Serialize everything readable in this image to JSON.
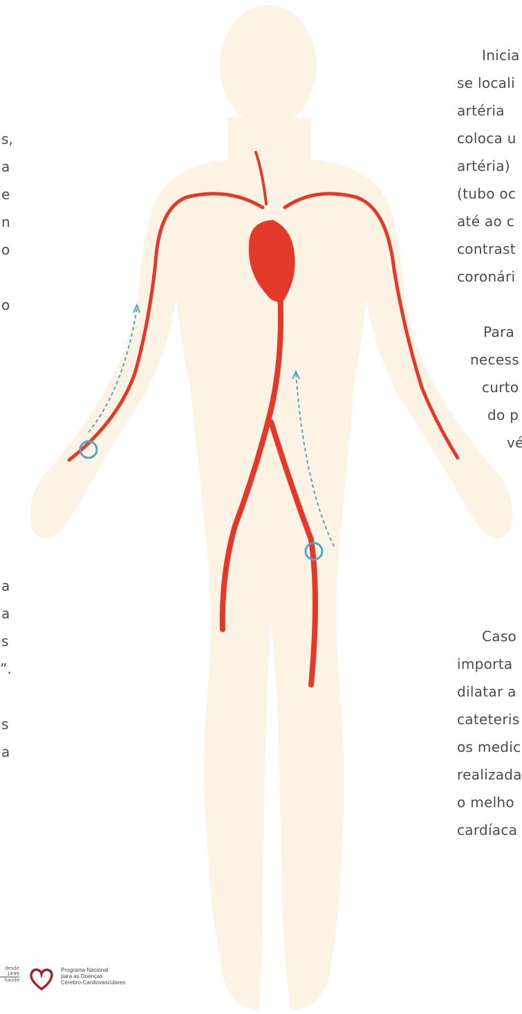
{
  "page": {
    "background": "#ffffff"
  },
  "colors": {
    "body_silhouette": "#fdf3e5",
    "artery": "#e3392a",
    "access_marker": "#4aa8bf"
  },
  "right_text": {
    "block1": [
      "Inicia",
      "se locali",
      "artéria",
      "coloca u",
      "artéria)",
      "(tubo oc",
      "até ao c",
      "contrast",
      "coronári"
    ],
    "block2": [
      "Para",
      "necess",
      "curto",
      "do p",
      "vé"
    ],
    "block3": [
      "Caso",
      "importa",
      "dilatar a",
      "cateteris",
      "os medic",
      "realizada",
      "o melho",
      "cardíaca"
    ]
  },
  "left_text": {
    "fragments": [
      "s,",
      "a",
      "e",
      "n",
      "o",
      "o",
      "a",
      "a",
      "s",
      "”.",
      "s",
      "a"
    ]
  },
  "footer": {
    "sns_line1": "desde",
    "sns_year": "1899",
    "sns_line3": "Saúde",
    "program_line1": "Programa Nacional",
    "program_line2": "para as Doenças",
    "program_line3": "Cérebro-Cardiovasculares",
    "heart_icon": "heart-outline-icon"
  }
}
